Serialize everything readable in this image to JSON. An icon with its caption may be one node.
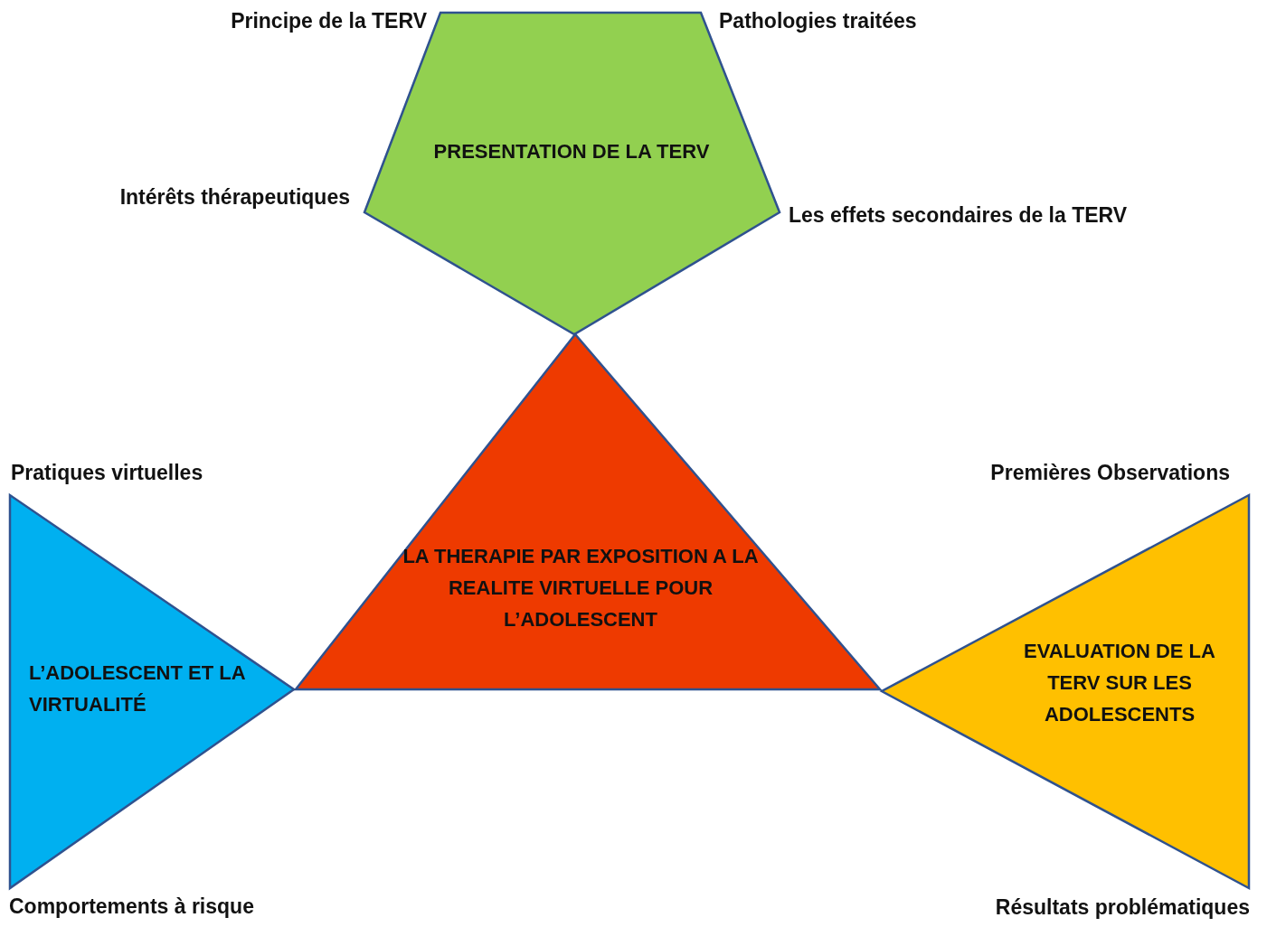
{
  "diagram": {
    "nodes": [
      {
        "text": [
          "PRESENTATION DE LA TERV"
        ],
        "beside": [
          "Principe de la TERV",
          "Pathologies traitées",
          "Intérêts thérapeutiques",
          "Les effets secondaires de la TERV"
        ]
      },
      {
        "text": [
          "LA THERAPIE PAR EXPOSITION A LA REALITE VIRTUELLE POUR L’ADOLESCENT"
        ]
      },
      {
        "text": [
          "L’ADOLESCENT ET LA VIRTUALITÉ"
        ],
        "beside": [
          "Pratiques virtuelles",
          "Comportements à risque"
        ]
      },
      {
        "text": [
          "EVALUATION DE LA TERV SUR LES ADOLESCENTS"
        ],
        "beside": [
          "Premières Observations",
          "Résultats problématiques"
        ]
      }
    ]
  }
}
